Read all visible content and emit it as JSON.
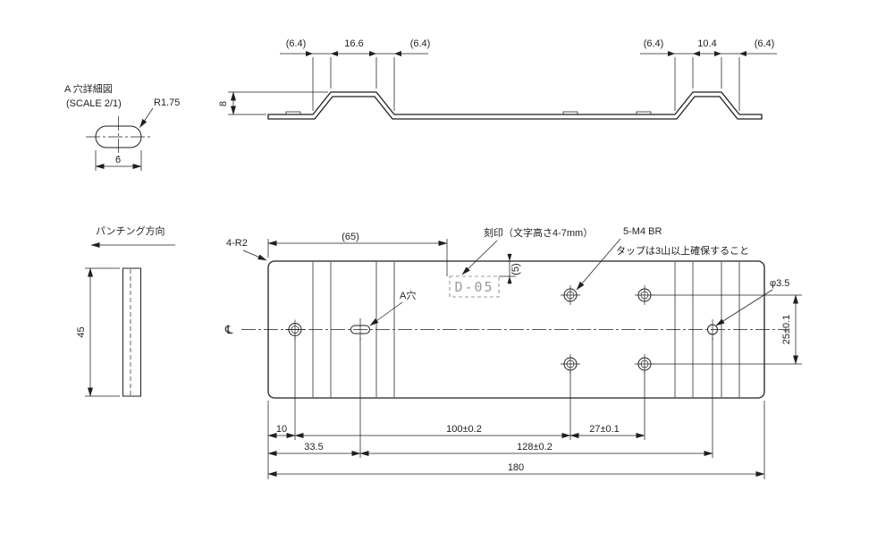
{
  "drawing": {
    "detail_view": {
      "title": "A 穴詳細図",
      "scale_note": "(SCALE 2/1)",
      "radius": "R1.75",
      "width": "6"
    },
    "profile_view": {
      "seg_dims": [
        "(6.4)",
        "16.6",
        "(6.4)",
        "(6.4)",
        "10.4",
        "(6.4)"
      ],
      "height": "8"
    },
    "side_view": {
      "direction_label": "パンチング方向",
      "height": "45"
    },
    "plan_view": {
      "corner_note": "4-R2",
      "top_dim": "(65)",
      "mark_note": "刻印（文字高さ4-7mm）",
      "mark_offset": "(5)",
      "mark_text": "D-05",
      "tap_note": "5-M4 BR",
      "tap_note2": "タップは3山以上確保すること",
      "hole_a_label": "A穴",
      "hole_dia": "φ3.5",
      "row_pitch": "25±0.1",
      "cl_symbol": "℄",
      "dim_10": "10",
      "dim_100": "100±0.2",
      "dim_27": "27±0.1",
      "dim_33_5": "33.5",
      "dim_128": "128±0.2",
      "dim_180": "180"
    },
    "colors": {
      "line": "#1f1f1f",
      "marking": "#9b9b9b",
      "background": "#ffffff"
    }
  }
}
